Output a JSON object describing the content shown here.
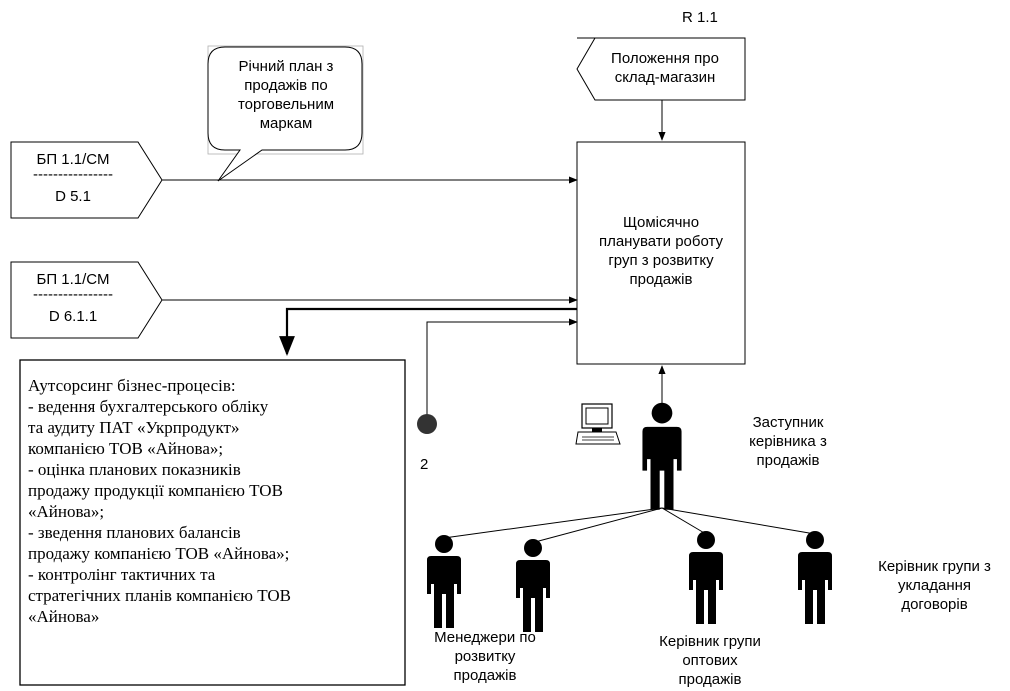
{
  "reference_code": "R 1.1",
  "regulation_doc": {
    "line1": "Положення про",
    "line2": "склад-магазин"
  },
  "annual_plan_callout": {
    "line1": "Річний план з",
    "line2": "продажів по",
    "line3": "торговельним",
    "line4": "маркам"
  },
  "input_1": {
    "top": "БП 1.1/СМ",
    "divider": "----------------",
    "bottom": "D 5.1"
  },
  "input_2": {
    "top": "БП 1.1/СМ",
    "divider": "----------------",
    "bottom": "D 6.1.1"
  },
  "process": {
    "line1": "Щомісячно",
    "line2": "планувати роботу",
    "line3": "груп з розвитку",
    "line4": "продажів"
  },
  "outsourcing": {
    "title": "Аутсорсинг бізнес-процесів:",
    "items": [
      {
        "line1": "-      ведення бухгалтерського обліку",
        "line2": "та аудиту ПАТ «Укрпродукт»",
        "line3": "компанією ТОВ «Айнова»;"
      },
      {
        "line1": "-      оцінка планових показників",
        "line2": "продажу продукції компанією ТОВ",
        "line3": "«Айнова»;"
      },
      {
        "line1": "-      зведення планових балансів",
        "line2": "продажу компанією ТОВ «Айнова»;"
      },
      {
        "line1": "-      контролінг тактичних та",
        "line2": "стратегічних планів компанією ТОВ",
        "line3": "«Айнова»"
      }
    ]
  },
  "connector_label": "2",
  "roles": {
    "deputy": {
      "line1": "Заступник",
      "line2": "керівника з",
      "line3": "продажів"
    },
    "managers": {
      "line1": "Менеджери по",
      "line2": "розвитку",
      "line3": "продажів"
    },
    "wholesale_lead": {
      "line1": "Керівник групи",
      "line2": "оптових",
      "line3": "продажів"
    },
    "contracts_lead": {
      "line1": "Керівник групи з",
      "line2": "укладання",
      "line3": "договорів"
    }
  }
}
